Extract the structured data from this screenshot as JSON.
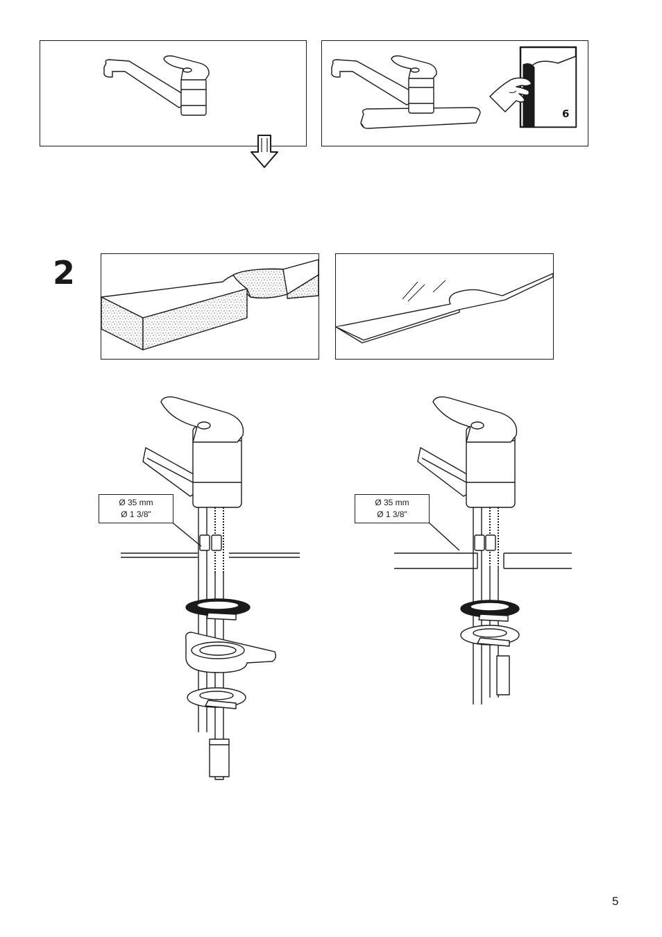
{
  "step": {
    "number": "2"
  },
  "page_ref": {
    "number": "6"
  },
  "dimension_left": {
    "metric": "Ø 35 mm",
    "imperial": "Ø 1 3/8\""
  },
  "dimension_right": {
    "metric": "Ø 35 mm",
    "imperial": "Ø 1 3/8\""
  },
  "footer": {
    "page_number": "5"
  },
  "icons": [
    "faucet-icon",
    "faucet-with-base-plate-icon",
    "page-turn-icon",
    "hollow-down-arrow-icon",
    "thick-countertop-icon",
    "thin-countertop-icon",
    "faucet-mounting-thick-icon",
    "faucet-mounting-thin-icon"
  ]
}
